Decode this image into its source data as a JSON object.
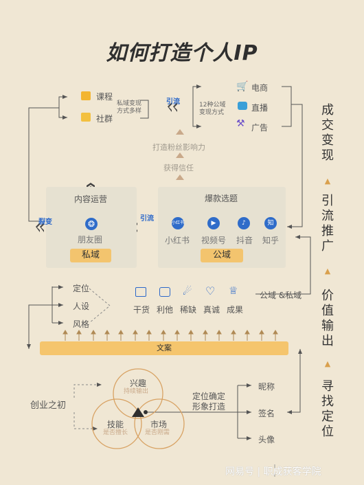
{
  "title": "如何打造个人IP",
  "top_left": {
    "items": [
      "课程",
      "社群"
    ],
    "note_line1": "私域变现",
    "note_line2": "方式多样",
    "arrow_label": "引流"
  },
  "top_right": {
    "note_line1": "12种公域",
    "note_line2": "变现方式",
    "items": [
      "电商",
      "直播",
      "广告"
    ]
  },
  "middle_chain": [
    "打造粉丝影响力",
    "获得信任"
  ],
  "private_panel": {
    "title": "内容运营",
    "platform": "朋友圈",
    "tag": "私域",
    "left_arrow_label": "裂变",
    "right_arrow_label": "引流"
  },
  "public_panel": {
    "title": "爆款选题",
    "platforms": [
      "小红书",
      "视频号",
      "抖音",
      "知乎"
    ],
    "icon_texts": [
      "小红书",
      "▶",
      "♪",
      "知"
    ],
    "tag": "公域"
  },
  "positioning": {
    "items": [
      "定位",
      "人设",
      "风格"
    ]
  },
  "content_types": [
    "干货",
    "利他",
    "稀缺",
    "真诚",
    "成果"
  ],
  "domain_label": "公域 &私域",
  "copy_bar": "文案",
  "venn": {
    "start": "创业之初",
    "circles": [
      {
        "title": "兴趣",
        "subtitle": "持续输出"
      },
      {
        "title": "技能",
        "subtitle": "是否擅长"
      },
      {
        "title": "市场",
        "subtitle": "是否刚需"
      }
    ],
    "center_note_line1": "定位确定",
    "center_note_line2": "形象打造",
    "outputs": [
      "昵称",
      "签名",
      "头像"
    ]
  },
  "right_steps": [
    "成交变现",
    "引流推广",
    "价值输出",
    "寻找定位"
  ],
  "watermark": "网易号 | 职成获客学院",
  "colors": {
    "background": "#f0e7d4",
    "accent_yellow": "#f3c46e",
    "blue": "#2a67c9",
    "circle_border": "#d8a263"
  }
}
